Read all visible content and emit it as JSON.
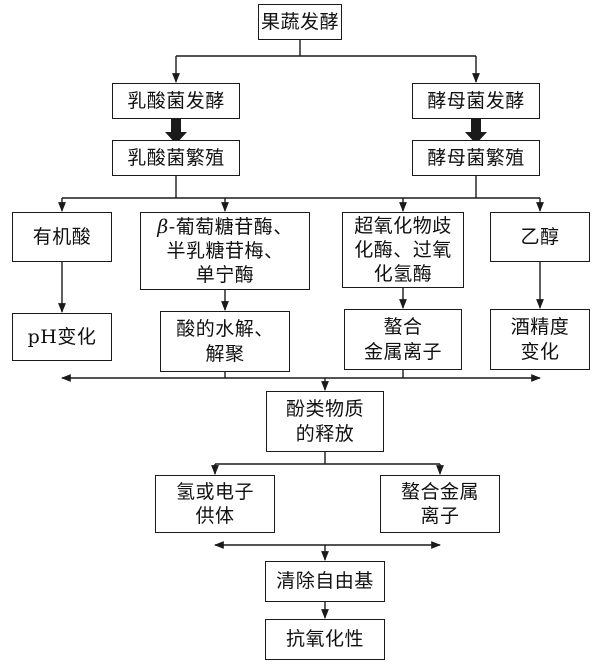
{
  "nodes": {
    "fermentation": "果蔬发酵",
    "lab_fermentation": "乳酸菌发酵",
    "yeast_fermentation": "酵母菌发酵",
    "lab_growth": "乳酸菌繁殖",
    "yeast_growth": "酵母菌繁殖",
    "organic_acid": "有机酸",
    "enzymes_beta": "β",
    "enzymes_rest": "-葡萄糖苷酶、\n半乳糖苷梅、\n单宁酶",
    "antioxidant_enzymes": "超氧化物歧\n化酶、过氧\n化氢酶",
    "ethanol": "乙醇",
    "ph_change": "pH变化",
    "acid_hydrolysis": "酸的水解、\n解聚",
    "chelate_ions": "螯合\n金属离子",
    "alcohol_change": "酒精度\n变化",
    "phenolic_release": "酚类物质\n的释放",
    "hydrogen_donor": "氢或电子\n供体",
    "chelate_ions2": "螯合金属\n离子",
    "scavenge": "清除自由基",
    "antioxidant": "抗氧化性"
  },
  "colors": {
    "line": "#1a1a1a"
  }
}
